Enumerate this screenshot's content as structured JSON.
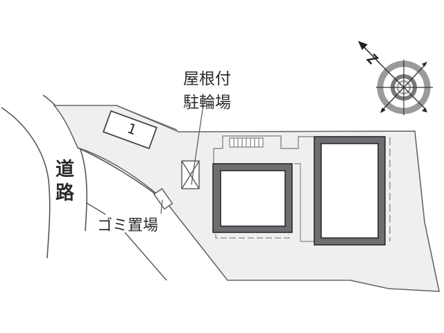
{
  "diagram": {
    "type": "site-plan",
    "labels": {
      "covered_bicycle_parking": [
        "屋根付",
        "駐輪場"
      ],
      "road": [
        "道",
        "路"
      ],
      "garbage_area": "ゴミ置場",
      "parking_space_number": "1"
    },
    "compass": {
      "icon": "compass-rose-icon",
      "north_label": "N",
      "north_direction": "upper-left"
    },
    "colors": {
      "site_fill": "#efefef",
      "line": "#555555",
      "building_wall": "#6e6e72",
      "building_interior": "#ffffff",
      "compass_ring": "#9a9a9a",
      "compass_ring_dark": "#7a7a7a"
    },
    "elements": [
      {
        "name": "road",
        "kind": "curved-road"
      },
      {
        "name": "site-lot",
        "kind": "polygon"
      },
      {
        "name": "parking-space-1",
        "kind": "rectangle",
        "label": "1"
      },
      {
        "name": "bicycle-parking",
        "kind": "crossed-rectangle"
      },
      {
        "name": "garbage-area",
        "kind": "small-rectangle"
      },
      {
        "name": "building-a",
        "kind": "building"
      },
      {
        "name": "building-b",
        "kind": "building"
      },
      {
        "name": "stairs",
        "kind": "hatched-rectangle"
      }
    ]
  }
}
